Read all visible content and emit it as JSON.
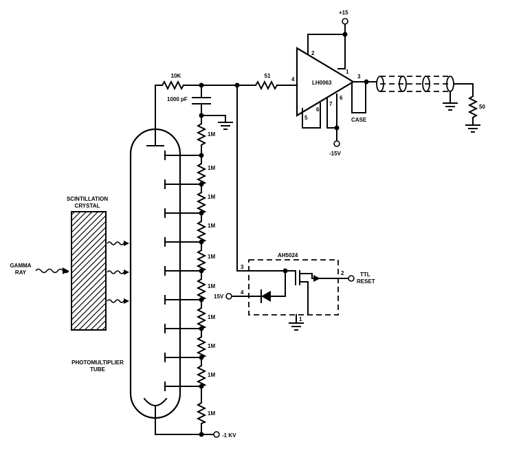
{
  "labels": {
    "plus15": "+15",
    "minus15": "-15V",
    "r10k": "10K",
    "cap1000pf": "1000 pF",
    "r51": "51",
    "amp_part": "LH0063",
    "pin1": "1",
    "pin2": "2",
    "pin3": "3",
    "pin4": "4",
    "pin5": "5",
    "pin6a": "6",
    "pin7": "7",
    "pin6b": "6",
    "case": "CASE",
    "r50": "50",
    "r1m": "1M",
    "scint_line1": "SCINTILLATION",
    "scint_line2": "CRYSTAL",
    "gamma_line1": "GAMMA",
    "gamma_line2": "RAY",
    "pmt_line1": "PHOTOMULTIPLIER",
    "pmt_line2": "TUBE",
    "switch_part": "AH5024",
    "sw_pin3": "3",
    "sw_pin4": "4",
    "sw_pin1": "1",
    "sw_pin2": "2",
    "v15": "15V",
    "ttl": "TTL",
    "reset": "RESET",
    "minus1kv": "-1 KV"
  }
}
